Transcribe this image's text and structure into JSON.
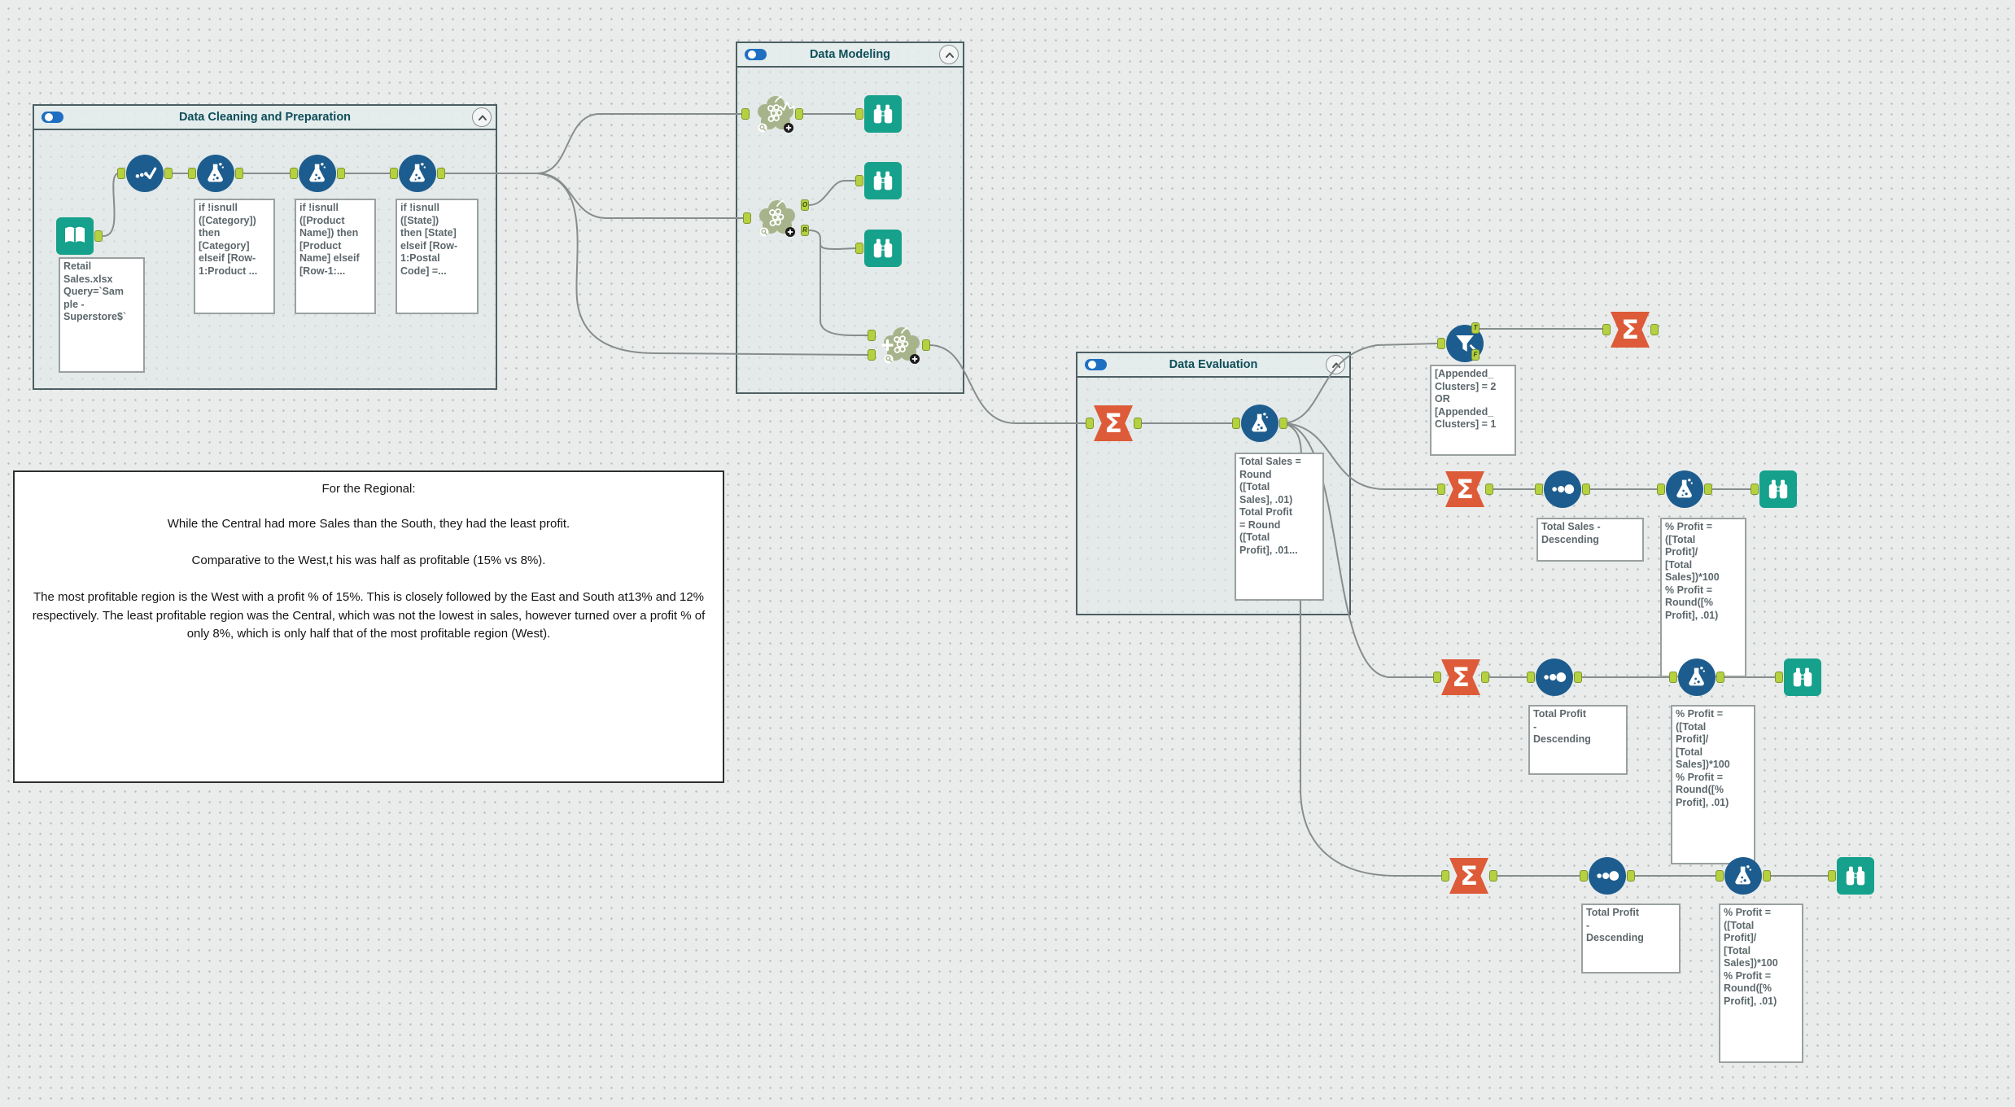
{
  "containers": [
    {
      "title": "Data Cleaning and Preparation"
    },
    {
      "title": "Data Modeling"
    },
    {
      "title": "Data Evaluation"
    }
  ],
  "ports": {
    "t": "T",
    "f": "F",
    "o": "O",
    "r": "R"
  },
  "glyphs": {
    "sigma": "Σ"
  },
  "annotations": {
    "input": "Retail\nSales.xlsx\nQuery=`Sam\nple -\nSuperstore$`",
    "formula_category": "if !isnull\n([Category])\nthen\n[Category]\nelseif [Row-\n1:Product ...",
    "formula_product": "if !isnull\n([Product\nName]) then\n[Product\nName] elseif\n[Row-1:...",
    "formula_state": "if !isnull\n([State])\nthen [State]\nelseif [Row-\n1:Postal\nCode] =...",
    "eval_formula": "Total Sales =\nRound\n([Total\nSales], .01)\nTotal Profit\n= Round\n([Total\nProfit], .01...",
    "filter": "[Appended_\nClusters] = 2\nOR\n[Appended_\nClusters] = 1",
    "sort_sales": "Total Sales -\nDescending",
    "sort_profit": "Total Profit\n-\nDescending",
    "pct_profit": "% Profit =\n([Total\nProfit]/\n[Total\nSales])*100\n% Profit =\nRound([%\nProfit], .01)"
  },
  "comment": {
    "title": "For the Regional:",
    "body": "While the Central had more Sales than the South, they had the least profit.\n\nComparative to the West,t his was half as profitable (15% vs 8%).\n\nThe most profitable region is the West with a profit % of 15%. This is closely followed by the East and South at13% and 12% respectively. The least profitable region was the Central, which was not the lowest in sales, however turned over a profit % of only 8%, which is only half that of the most profitable region (West)."
  },
  "colors": {
    "canvas": "#eaecec",
    "container_border": "#4d5f63",
    "container_title": "#0e4e59",
    "tool_blue": "#1d5c8e",
    "tool_orange": "#dd5b38",
    "tool_teal": "#16a18c",
    "tool_green": "#a7b38b",
    "anchor_green": "#b5d13f",
    "wire_gray": "#878d8d",
    "toggle_blue": "#1e6fc2"
  }
}
